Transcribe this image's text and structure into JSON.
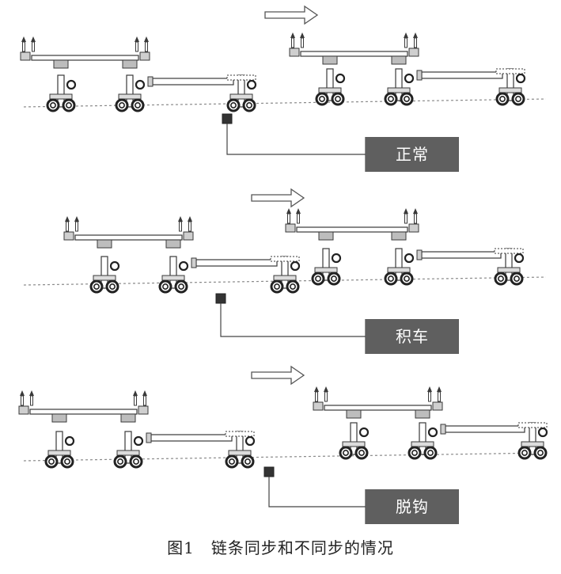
{
  "figure": {
    "panels": [
      {
        "id": "normal",
        "label": "正常"
      },
      {
        "id": "accumulate",
        "label": "积车"
      },
      {
        "id": "disengage",
        "label": "脱钩"
      }
    ],
    "caption": "图1　链条同步和不同步的情况"
  },
  "colors": {
    "ink": "#3a3a3a",
    "label_fill": "#5f5f5f",
    "label_text": "#ffffff",
    "track_line": "#8a8a8a",
    "block": "#777777"
  }
}
